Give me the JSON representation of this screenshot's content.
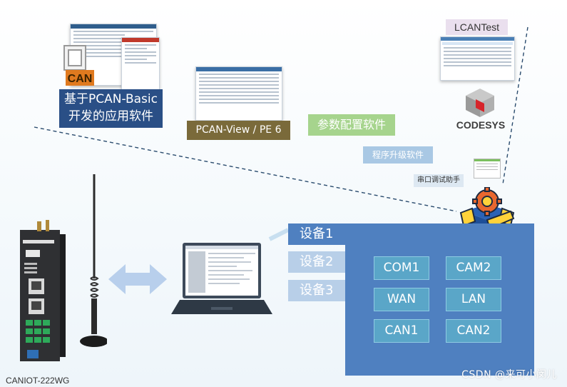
{
  "labels": {
    "pcan_logo_text": "CAN",
    "pcan_basic_line1": "基于PCAN-Basic",
    "pcan_basic_line2": "开发的应用软件",
    "pcan_view": "PCAN-View / PE 6",
    "param_config": "参数配置软件",
    "program_upgrade": "程序升级软件",
    "serial_debug": "串口调试助手",
    "lcantest": "LCANTest",
    "codesys": "CODESYS",
    "device_model": "CANIOT-222WG",
    "watermark": "CSDN @来可小闵儿"
  },
  "devices": [
    "设备1",
    "设备2",
    "设备3"
  ],
  "ports": [
    "COM1",
    "CAM2",
    "WAN",
    "LAN",
    "CAN1",
    "CAN2"
  ],
  "colors": {
    "panel_blue": "#4f80c0",
    "port_fill": "#5aa6c8",
    "pcan_basic_bg": "#2a4f86",
    "pcan_view_bg": "#7a6a3a",
    "param_config_bg": "#a6d48d",
    "program_upgrade_bg": "#a9c8e4"
  }
}
